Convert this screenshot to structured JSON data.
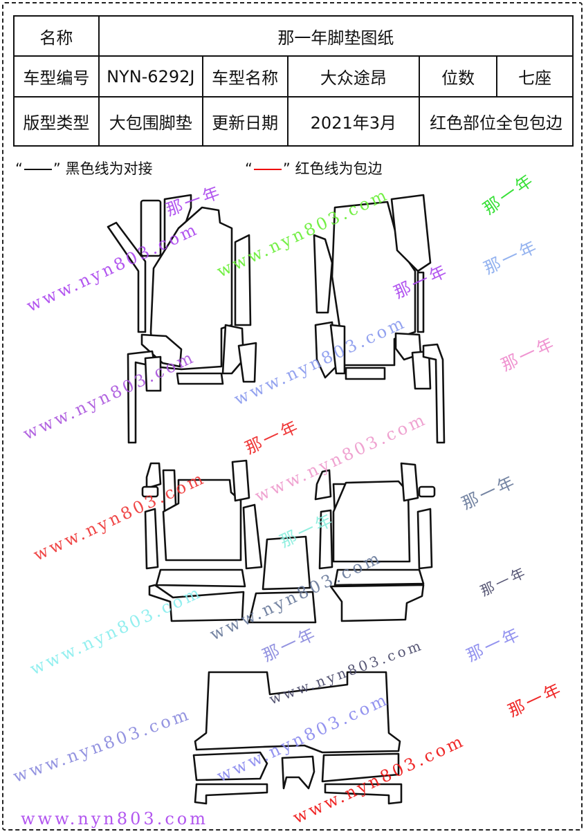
{
  "table": {
    "name_label": "名称",
    "name_value": "那一年脚垫图纸",
    "model_no_label": "车型编号",
    "model_no_value": "NYN-6292J",
    "model_name_label": "车型名称",
    "model_name_value": "大众途昂",
    "seats_label": "位数",
    "seats_value": "七座",
    "type_label": "版型类型",
    "type_value": "大包围脚垫",
    "update_label": "更新日期",
    "update_value": "2021年3月",
    "note": "红色部位全包包边"
  },
  "legend": {
    "quote_open": "“",
    "quote_close": "”",
    "black_text": "黑色线为对接",
    "red_text": "红色线为包边",
    "black_color": "#111111",
    "red_color": "#e00000"
  },
  "watermarks": [
    {
      "text": "那一年",
      "color": "#22dd22"
    },
    {
      "text": "那一年",
      "color": "#aa44ee"
    },
    {
      "text": "www.nyn803.com",
      "color": "#aa44ee"
    },
    {
      "text": "www.nyn803.com",
      "color": "#66ee33"
    },
    {
      "text": "那一年",
      "color": "#aa44ee"
    },
    {
      "text": "www.nyn803.com",
      "color": "#aa55dd"
    },
    {
      "text": "那一年",
      "color": "#88aaee"
    },
    {
      "text": "www.nyn803.com",
      "color": "#8899ee"
    },
    {
      "text": "那一年",
      "color": "#ee88cc"
    },
    {
      "text": "www.nyn803.com",
      "color": "#aa44ee"
    },
    {
      "text": "那一年",
      "color": "#ee2222"
    },
    {
      "text": "www.nyn803.com",
      "color": "#ee99cc"
    },
    {
      "text": "那一年",
      "color": "#667799"
    },
    {
      "text": "www.nyn803.com",
      "color": "#ee3333"
    },
    {
      "text": "那一年",
      "color": "#88eedd"
    },
    {
      "text": "www.nyn803.com",
      "color": "#667799"
    },
    {
      "text": "那一年",
      "color": "#444466"
    },
    {
      "text": "www.nyn803.com",
      "color": "#88eeee"
    },
    {
      "text": "那一年",
      "color": "#8888dd"
    },
    {
      "text": "那一年",
      "color": "#8888ee"
    },
    {
      "text": "www.nyn803.com",
      "color": "#444466"
    },
    {
      "text": "那一年",
      "color": "#ee1111"
    },
    {
      "text": "www.nyn803.com",
      "color": "#8888dd"
    },
    {
      "text": "www.nyn803.com",
      "color": "#8888ee"
    },
    {
      "text": "www.nyn803.com",
      "color": "#ee1111"
    }
  ]
}
